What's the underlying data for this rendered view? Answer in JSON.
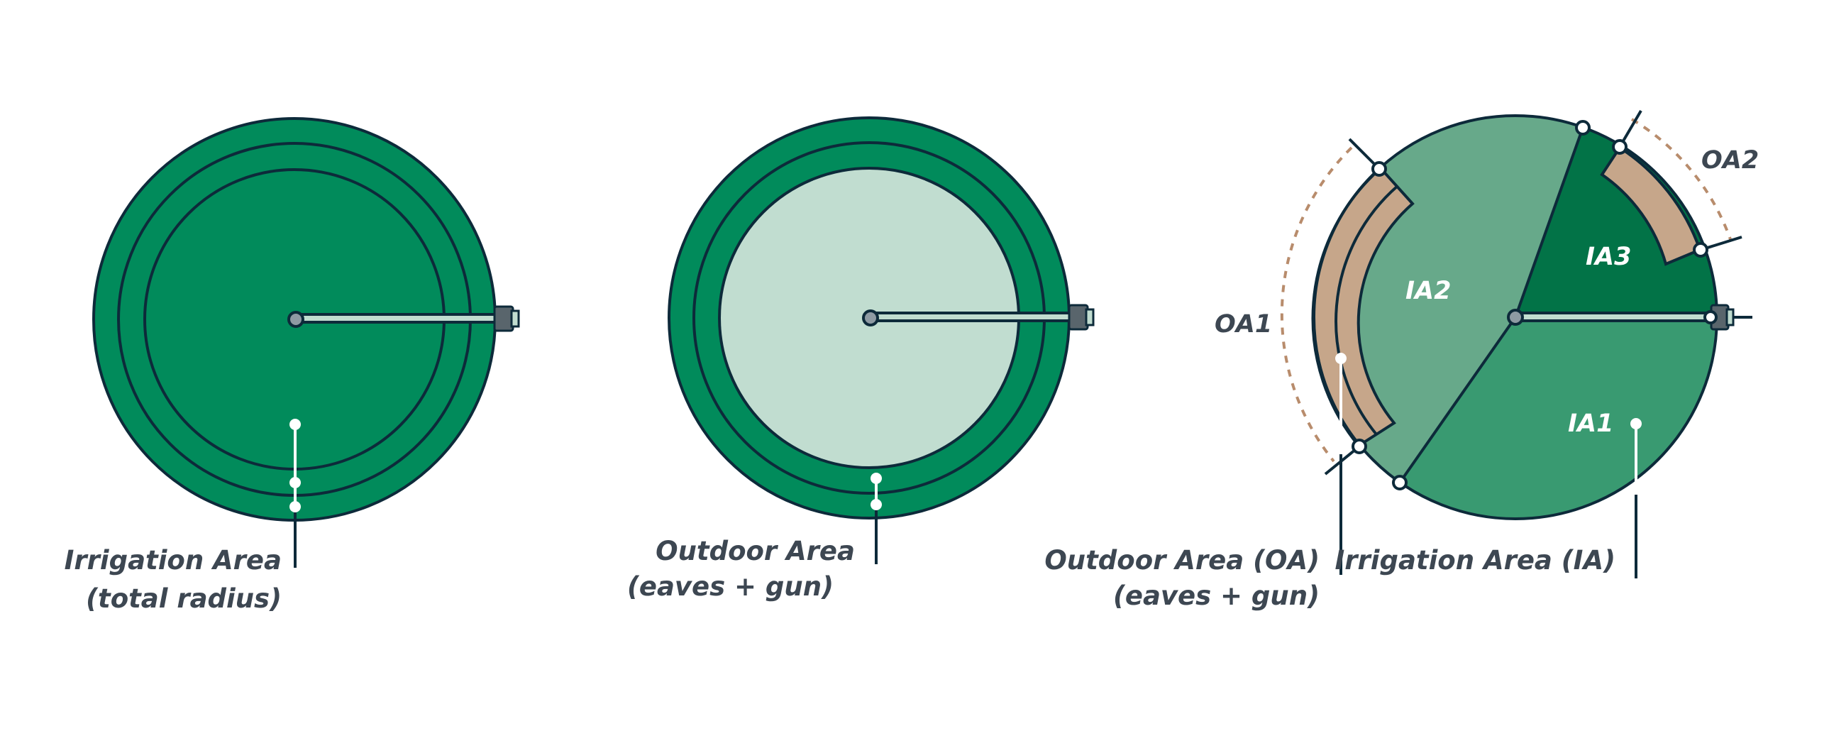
{
  "colors": {
    "outline": "#0d2a3a",
    "dark_green": "#018b5b",
    "pale_green": "#c1ddd0",
    "ia1_green": "#399a71",
    "ia2_green": "#67a98a",
    "ia3_green": "#027347",
    "oa_tan": "#c6a68a",
    "dashed_arc": "#b88c6c",
    "pivot_gray": "#8e9aa3",
    "gun_gray": "#59656c",
    "label_text": "#3d4752"
  },
  "diagram1": {
    "label_line1": "Irrigation Area",
    "label_line2": "(total radius)"
  },
  "diagram2": {
    "label_line1": "Outdoor Area",
    "label_line2": "(eaves + gun)"
  },
  "diagram3": {
    "oa_label_line1": "Outdoor Area (OA)",
    "oa_label_line2": "(eaves + gun)",
    "ia_label": "Irrigation Area (IA)",
    "zones": {
      "ia1": "IA1",
      "ia2": "IA2",
      "ia3": "IA3",
      "oa1": "OA1",
      "oa2": "OA2"
    }
  }
}
